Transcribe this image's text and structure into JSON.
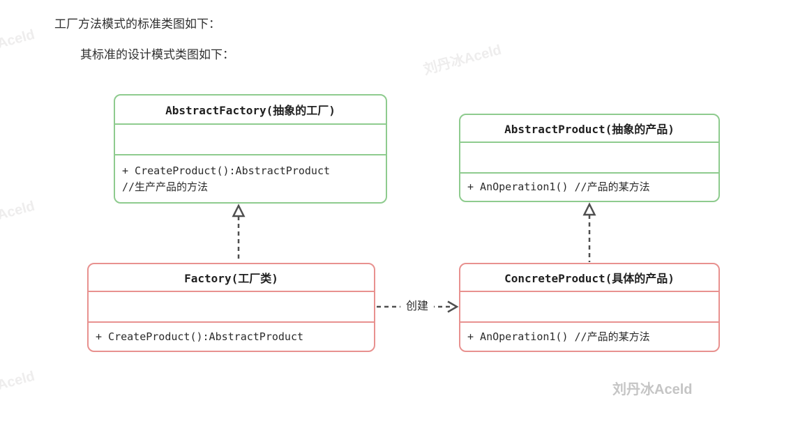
{
  "page": {
    "heading_line1": "工厂方法模式的标准类图如下：",
    "heading_line2": "其标准的设计模式类图如下："
  },
  "diagram": {
    "classes": [
      {
        "name": "AbstractFactory",
        "title": "AbstractFactory(抽象的工厂)",
        "stereotype": "abstract",
        "border_color": "#8ecb8e",
        "attributes": [],
        "method_lines": [
          "+ CreateProduct():AbstractProduct",
          "//生产产品的方法"
        ]
      },
      {
        "name": "AbstractProduct",
        "title": "AbstractProduct(抽象的产品)",
        "stereotype": "abstract",
        "border_color": "#8ecb8e",
        "attributes": [],
        "method_lines": [
          "+ AnOperation1() //产品的某方法"
        ]
      },
      {
        "name": "Factory",
        "title": "Factory(工厂类)",
        "stereotype": "concrete",
        "border_color": "#e8918f",
        "attributes": [],
        "method_lines": [
          "+ CreateProduct():AbstractProduct"
        ]
      },
      {
        "name": "ConcreteProduct",
        "title": "ConcreteProduct(具体的产品)",
        "stereotype": "concrete",
        "border_color": "#e8918f",
        "attributes": [],
        "method_lines": [
          "+ AnOperation1() //产品的某方法"
        ]
      }
    ],
    "relations": [
      {
        "type": "realization",
        "from": "Factory",
        "to": "AbstractFactory",
        "label": ""
      },
      {
        "type": "realization",
        "from": "ConcreteProduct",
        "to": "AbstractProduct",
        "label": ""
      },
      {
        "type": "dependency",
        "from": "Factory",
        "to": "ConcreteProduct",
        "label": "创建"
      }
    ],
    "arrow_color": "#4f4f4f"
  },
  "watermarks": {
    "tiled_text": "刘丹冰Aceld",
    "signature_text": "刘丹冰Aceld"
  }
}
